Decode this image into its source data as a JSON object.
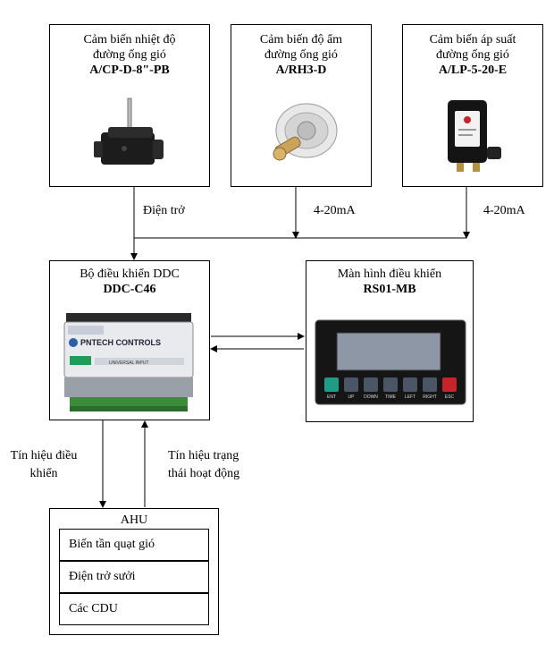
{
  "sensors": [
    {
      "line1": "Cảm biến nhiệt độ",
      "line2": "đường ống gió",
      "model": "A/CP-D-8\"-PB"
    },
    {
      "line1": "Cảm biến độ ẩm",
      "line2": "đường ống gió",
      "model": "A/RH3-D"
    },
    {
      "line1": "Cảm biến áp suất",
      "line2": "đường ống gió",
      "model": "A/LP-5-20-E"
    }
  ],
  "signals": {
    "temp": "Điện trở",
    "humidity": "4-20mA",
    "pressure": "4-20mA"
  },
  "ddc": {
    "title": "Bộ điều khiển DDC",
    "model": "DDC-C46",
    "brand": "PNTECH CONTROLS",
    "panel": "UNIVERSAL INPUT"
  },
  "hmi": {
    "title": "Màn hình điều khiển",
    "model": "RS01-MB",
    "keys": [
      "ENT",
      "UP",
      "DOWN",
      "TIME",
      "LEFT",
      "RIGHT",
      "ESC"
    ]
  },
  "links": {
    "control_l1": "Tín hiệu điều",
    "control_l2": "khiển",
    "status_l1": "Tín hiệu trạng",
    "status_l2": "thái hoạt động"
  },
  "ahu": {
    "title": "AHU",
    "items": [
      "Biến tần quạt gió",
      "Điện trở sưởi",
      "Các CDU"
    ]
  },
  "colors": {
    "line": "#000000",
    "hmi_screen": "#8d97a6",
    "hmi_body": "#1a1a1a",
    "key_enter": "#1f9b86",
    "key_esc": "#c8232b",
    "key_default": "#4a5566"
  }
}
